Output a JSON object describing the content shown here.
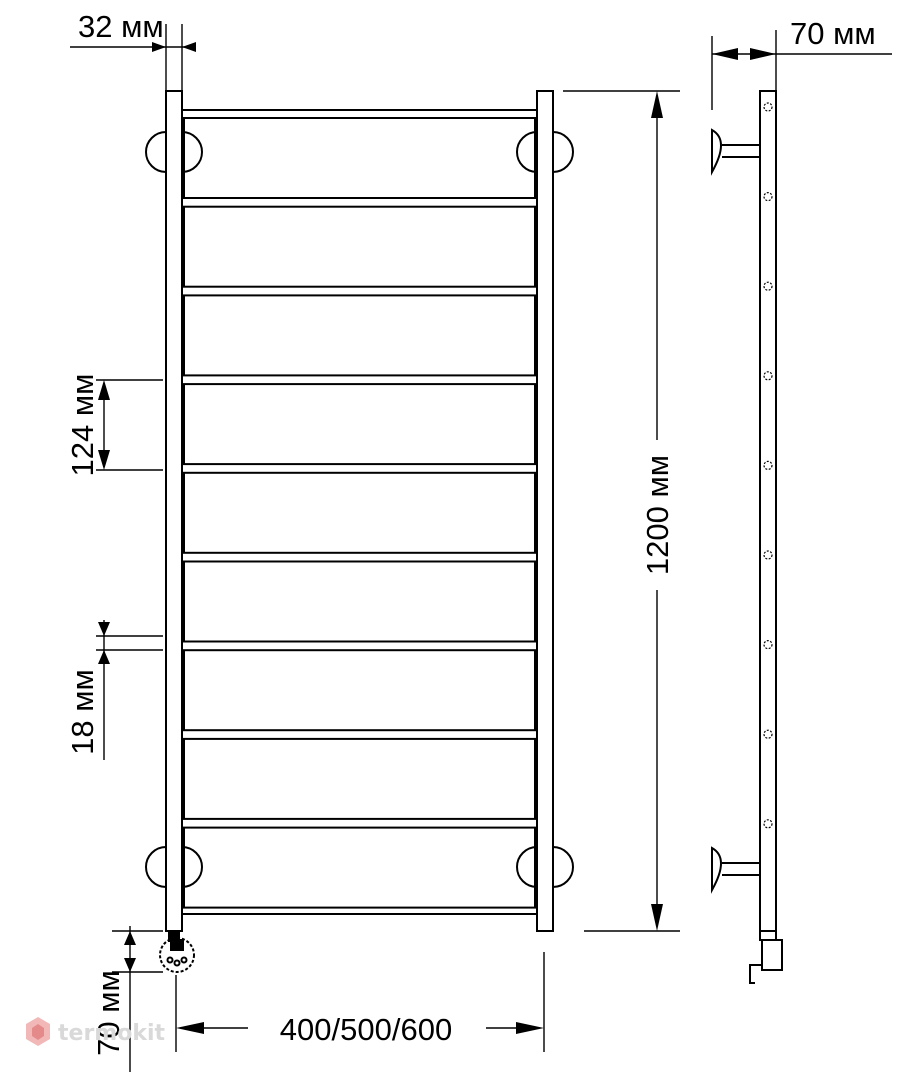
{
  "drawing": {
    "dimensions": {
      "pipe_width": "32 мм",
      "wall_gap": "70 мм",
      "total_height": "1200 мм",
      "rung_pitch": "124 мм",
      "rung_thickness": "18 мм",
      "bottom_offset": "70 мм",
      "widths": "400/500/600"
    },
    "rung_count": 9,
    "watermark": "termokit"
  },
  "colors": {
    "line": "#000000",
    "watermark": "#d9d9d9",
    "logo": "#f2b8b8"
  }
}
